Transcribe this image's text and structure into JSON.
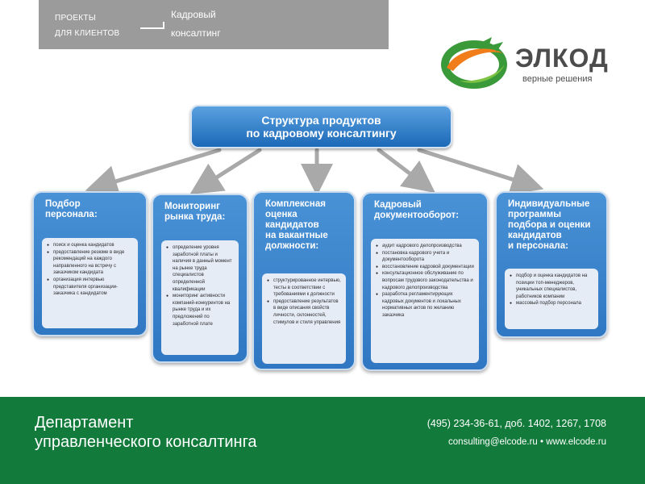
{
  "header": {
    "projects_line1": "ПРОЕКТЫ",
    "projects_line2": "ДЛЯ КЛИЕНТОВ",
    "topic_line1": "Кадровый",
    "topic_line2": "консалтинг"
  },
  "logo": {
    "name": "ЭЛКОД",
    "tagline": "верные решения",
    "colors": {
      "orange": "#f07d1a",
      "green": "#3a9a3a",
      "text": "#4c4c4c"
    }
  },
  "diagram": {
    "title_line1": "Структура продуктов",
    "title_line2": "по кадровому консалтингу",
    "categories": [
      {
        "title": [
          "Подбор",
          "персонала:"
        ],
        "items": [
          "поиск и оценка кандидатов",
          "предоставление резюме в виде рекомендаций на каждого направленного на встречу с заказчиком кандидата",
          "организация интервью представителя организации-заказчика с кандидатом"
        ]
      },
      {
        "title": [
          "Мониторинг",
          "рынка труда:"
        ],
        "items": [
          "определение уровня заработной платы и наличия в данный момент на рынке труда специалистов определенной квалификации",
          "мониторинг активности компаний-конкурентов на рынке труда и их предложений по заработной плате"
        ]
      },
      {
        "title": [
          "Комплексная",
          "оценка",
          "кандидатов",
          "на вакантные",
          "должности:"
        ],
        "items": [
          "структурированное интервью, тесты в соответствии с требованиями к должности",
          "предоставление результатов в виде описания свойств личности, склонностей, стимулов и стиля управления"
        ]
      },
      {
        "title": [
          "Кадровый",
          "документооборот:"
        ],
        "items": [
          "аудит кадрового делопроизводства",
          "постановка кадрового учета и документооборота",
          "восстановление кадровой документации",
          "консультационное обслуживание по вопросам трудового законодательства и кадрового делопроизводства",
          "разработка регламентирующих кадровых документов и локальных нормативных актов по желанию заказчика"
        ]
      },
      {
        "title": [
          "Индивидуальные",
          "программы",
          "подбора и оценки",
          "кандидатов",
          "и персонала:"
        ],
        "items": [
          "подбор и оценка кандидатов на позиции топ-менеджеров, уникальных специалистов, работников компании",
          "массовый подбор персонала"
        ]
      }
    ],
    "colors": {
      "card": "#3a84cc",
      "inner": "#e6ecf6",
      "arrow": "#a9a9a9"
    }
  },
  "footer": {
    "dept_line1": "Департамент",
    "dept_line2": "управленческого консалтинга",
    "phone": "(495) 234-36-61, доб. 1402, 1267, 1708",
    "contacts": "consulting@elcode.ru • www.elcode.ru",
    "color": "#127b3b"
  }
}
